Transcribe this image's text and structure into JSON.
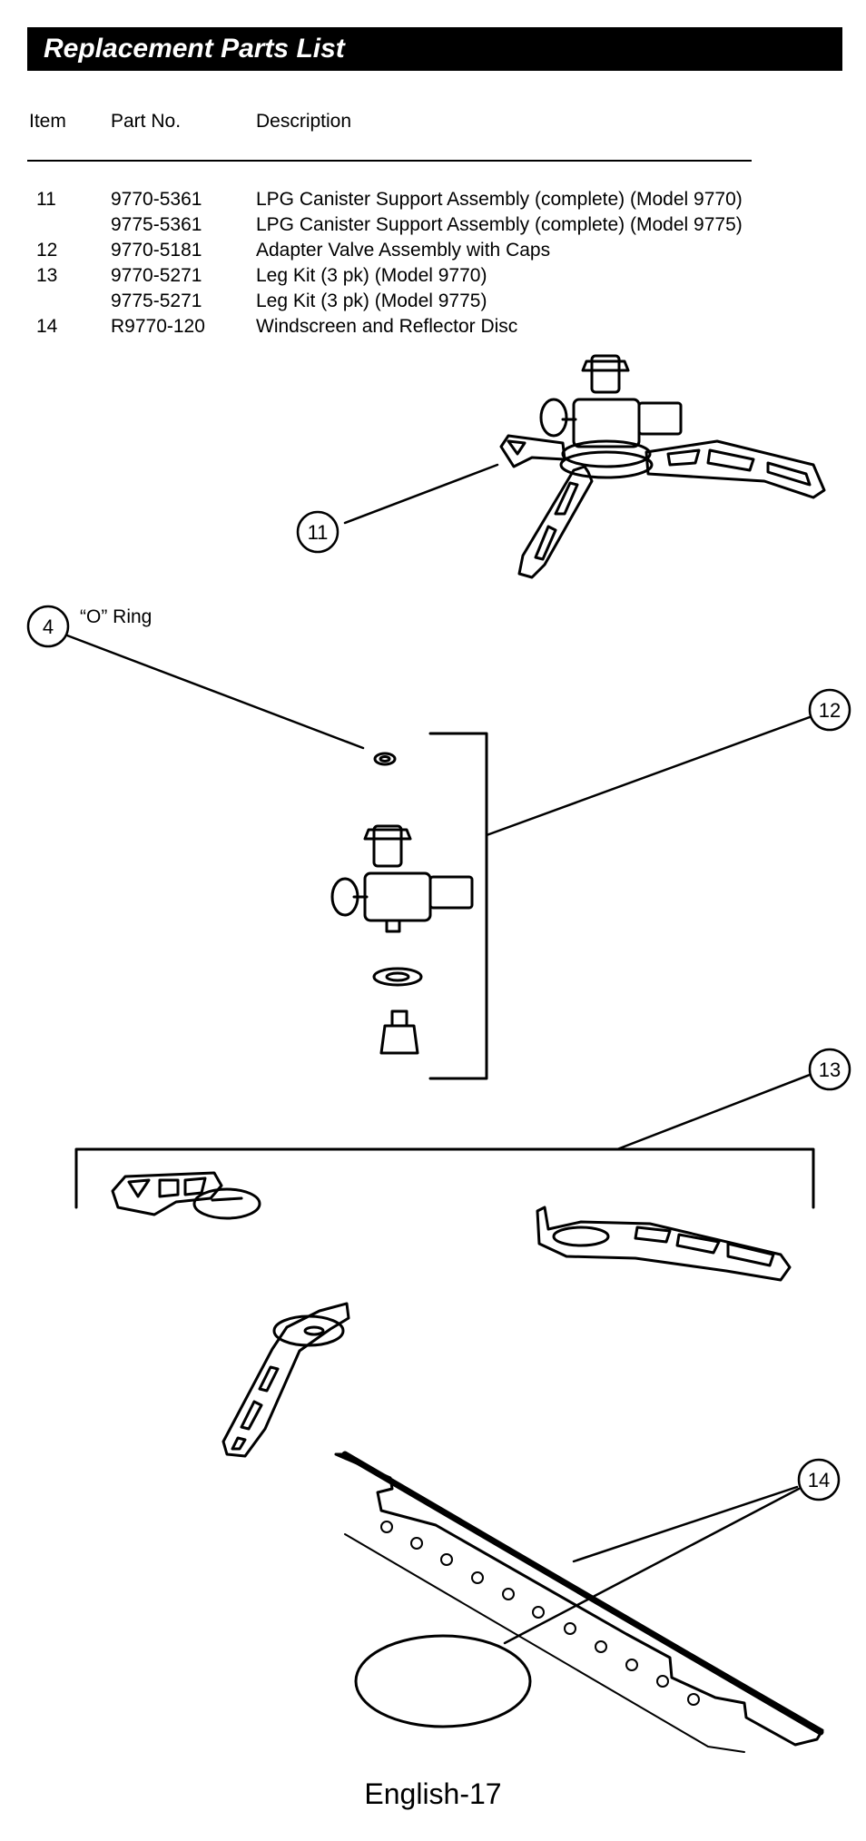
{
  "title": "Replacement Parts List",
  "headers": {
    "item": "Item",
    "part_no": "Part No.",
    "description": "Description"
  },
  "rows": [
    {
      "item": "11",
      "part_no": "9770-5361",
      "description": "LPG Canister Support Assembly (complete) (Model 9770)"
    },
    {
      "item": "",
      "part_no": "9775-5361",
      "description": "LPG Canister Support Assembly (complete) (Model 9775)"
    },
    {
      "item": "12",
      "part_no": "9770-5181",
      "description": "Adapter Valve Assembly with Caps"
    },
    {
      "item": "13",
      "part_no": "9770-5271",
      "description": "Leg Kit (3 pk) (Model 9770)"
    },
    {
      "item": "",
      "part_no": "9775-5271",
      "description": "Leg Kit (3 pk) (Model 9775)"
    },
    {
      "item": "14",
      "part_no": "R9770-120",
      "description": "Windscreen and Reflector Disc"
    }
  ],
  "callouts": {
    "c11": "11",
    "c4": "4",
    "c12": "12",
    "c13": "13",
    "c14": "14"
  },
  "labels": {
    "o_ring": "“O” Ring"
  },
  "footer": "English-17"
}
